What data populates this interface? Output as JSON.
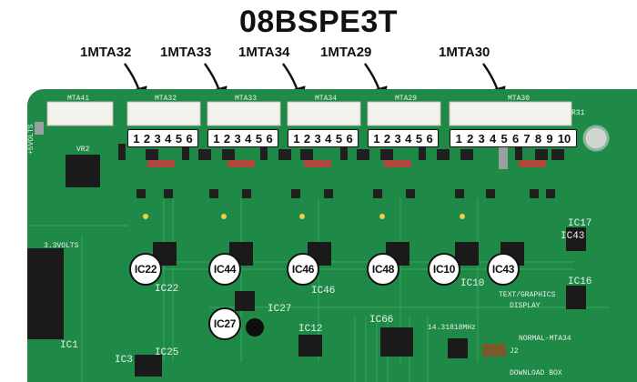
{
  "title": "08BSPE3T",
  "connectors": [
    {
      "name": "1MTA32",
      "pins": [
        "1",
        "2",
        "3",
        "4",
        "5",
        "6"
      ],
      "silkscreen": "MTA32"
    },
    {
      "name": "1MTA33",
      "pins": [
        "1",
        "2",
        "3",
        "4",
        "5",
        "6"
      ],
      "silkscreen": "MTA33"
    },
    {
      "name": "1MTA34",
      "pins": [
        "1",
        "2",
        "3",
        "4",
        "5",
        "6"
      ],
      "silkscreen": "MTA34"
    },
    {
      "name": "1MTA29",
      "pins": [
        "1",
        "2",
        "3",
        "4",
        "5",
        "6"
      ],
      "silkscreen": "MTA29"
    },
    {
      "name": "1MTA30",
      "pins": [
        "1",
        "2",
        "3",
        "4",
        "5",
        "6",
        "7",
        "8",
        "9",
        "10"
      ],
      "silkscreen": "MTA30"
    }
  ],
  "left_connector_silk": "MTA41",
  "ic_badges": [
    "IC22",
    "IC44",
    "IC46",
    "IC48",
    "IC10",
    "IC43",
    "IC27"
  ],
  "board_labels": {
    "vr2": "VR2",
    "volts5": "+5VOLTS",
    "volts33": "3.3VOLTS",
    "ic1": "IC1",
    "ic3": "IC3",
    "ic12": "IC12",
    "ic25": "IC25",
    "ic66": "IC66",
    "ic27": "IC27",
    "ic22": "IC22",
    "ic46": "IC46",
    "ic10": "IC10",
    "ic43": "IC43",
    "ic17": "IC17",
    "ic16": "IC16",
    "text_graphics": "TEXT/GRAPHICS",
    "display": "DISPLAY",
    "normal_mta34": "NORMAL-MTA34",
    "j2": "J2",
    "download_box": "DOWNLOAD BOX",
    "freq": "14.31818MHz",
    "r31": "R31"
  },
  "colors": {
    "board_green": "#1f8a48",
    "connector_white": "#f4f2ec",
    "chip_black": "#1a1a1a"
  }
}
